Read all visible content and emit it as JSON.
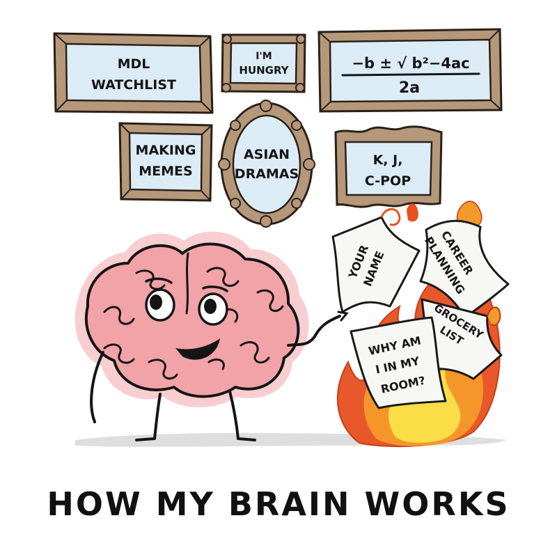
{
  "title": "HOW MY BRAIN WORKS",
  "frames": {
    "mdl_watchlist": [
      "MDL",
      "WATCHLIST"
    ],
    "im_hungry": [
      "I'M",
      "HUNGRY"
    ],
    "formula_numerator": "−b ± √ b²−4ac",
    "formula_denominator": "2a",
    "making_memes": [
      "MAKING",
      "MEMES"
    ],
    "asian_dramas": [
      "ASIAN",
      "DRAMAS"
    ],
    "kj_cpop": [
      "K, J,",
      "C-POP"
    ]
  },
  "burning_papers": {
    "your_name": [
      "YOUR",
      "NAME"
    ],
    "career_planning": [
      "CAREER",
      "PLANNING"
    ],
    "grocery_list": [
      "GROCERY",
      "LIST"
    ],
    "why_am_i": [
      "WHY AM",
      "I IN MY",
      "ROOM?"
    ]
  },
  "colors": {
    "frame_wood": "#b5977a",
    "frame_inner": "#dcecf7",
    "brain_pink": "#f2a3a8",
    "brain_wash": "#f7c9cc",
    "fire_red": "#e8501f",
    "fire_orange": "#f59a2a",
    "fire_yellow": "#fbe04a",
    "paper": "#f7f7f5",
    "shadow": "#d6d6d6"
  }
}
